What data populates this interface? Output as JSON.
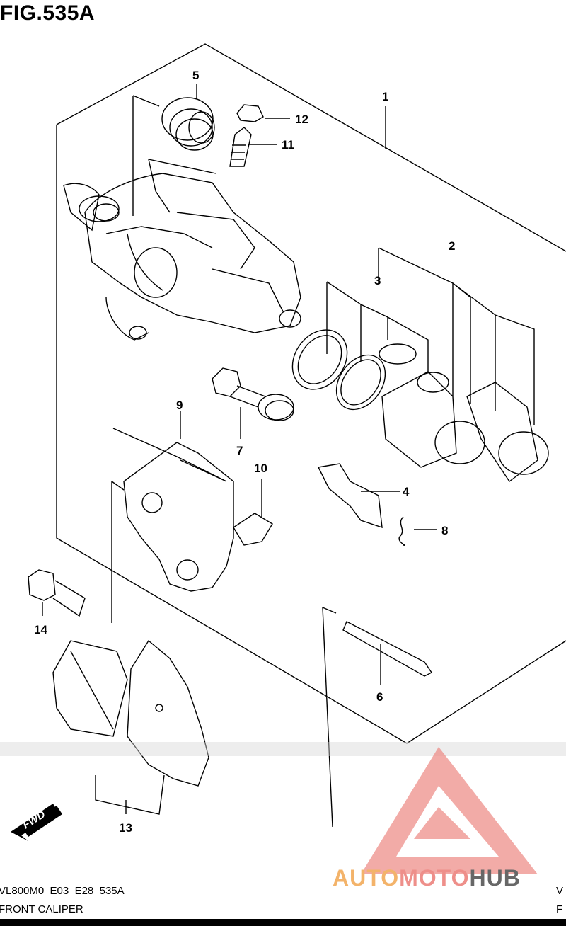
{
  "figure": {
    "title": "FIG.535A"
  },
  "callouts": [
    {
      "id": "1",
      "label": "1"
    },
    {
      "id": "2",
      "label": "2"
    },
    {
      "id": "3",
      "label": "3"
    },
    {
      "id": "4",
      "label": "4"
    },
    {
      "id": "5",
      "label": "5"
    },
    {
      "id": "6",
      "label": "6"
    },
    {
      "id": "7",
      "label": "7"
    },
    {
      "id": "8",
      "label": "8"
    },
    {
      "id": "9",
      "label": "9"
    },
    {
      "id": "10",
      "label": "10"
    },
    {
      "id": "11",
      "label": "11"
    },
    {
      "id": "12",
      "label": "12"
    },
    {
      "id": "13",
      "label": "13"
    },
    {
      "id": "14",
      "label": "14"
    }
  ],
  "direction_badge": "FWD",
  "footer": {
    "code": "VL800M0_E03_E28_535A",
    "name": "FRONT CALIPER",
    "edge_top": "V",
    "edge_bottom": "F"
  },
  "watermark": {
    "brand_part1": "AUTO",
    "brand_part2": "MOTO",
    "brand_part3": "HUB",
    "colors": {
      "auto": "#f3b36a",
      "moto": "#ee8f8a",
      "hub": "#676767",
      "logo": "#ee8f8a"
    }
  }
}
